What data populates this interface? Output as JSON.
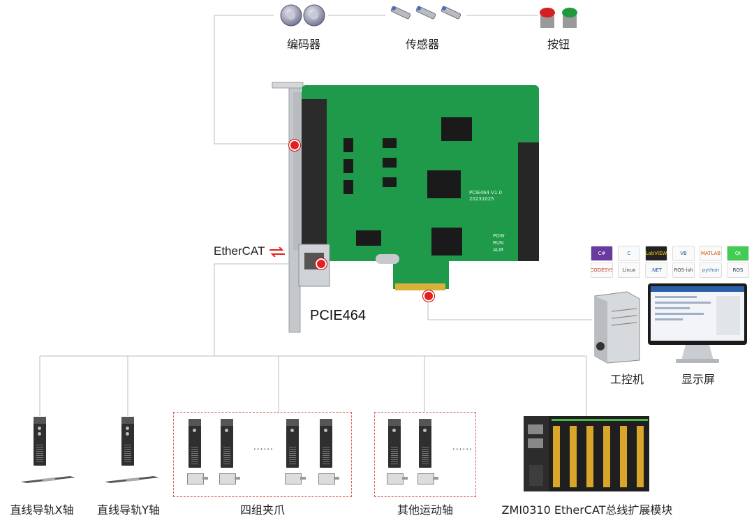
{
  "top_devices": {
    "encoder_label": "编码器",
    "sensor_label": "传感器",
    "button_label": "按钮"
  },
  "bus": {
    "name": "EtherCAT"
  },
  "card": {
    "model": "PCIE464",
    "board_text": [
      "PCIE464 V1.0",
      "20231025",
      "POW",
      "RUN",
      "ALM"
    ]
  },
  "pc": {
    "ipc_label": "工控机",
    "display_label": "显示屏",
    "software_logos": [
      "C#",
      "C",
      "LabVIEW",
      "VB",
      "MATLAB",
      "Qt",
      "CODESYS",
      "Linux",
      ".NET",
      "ROS-ish",
      "python",
      "ROS"
    ]
  },
  "axes": [
    {
      "label": "直线导轨X轴"
    },
    {
      "label": "直线导轨Y轴"
    },
    {
      "label": "四组夹爪"
    },
    {
      "label": "其他运动轴"
    },
    {
      "label": "ZMI0310 EtherCAT总线扩展模块"
    }
  ],
  "ellipsis": "......",
  "colors": {
    "accent": "#e32020",
    "pcb": "#1f9a4a",
    "group_border": "#e05a5a"
  }
}
